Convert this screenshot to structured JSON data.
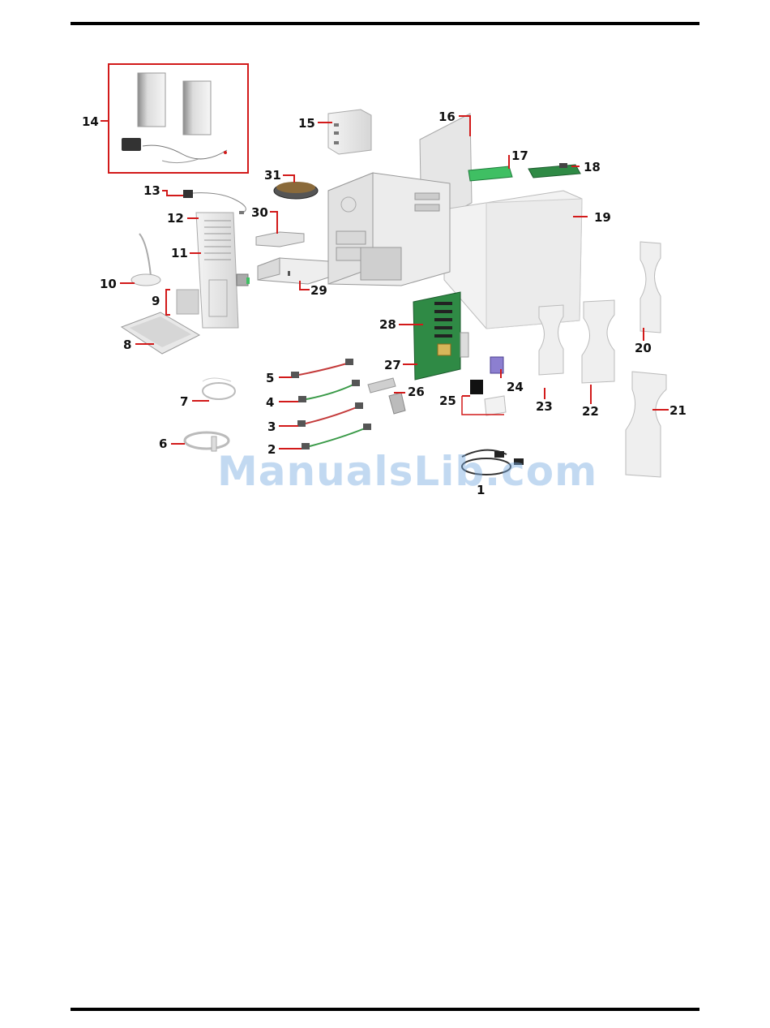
{
  "callouts": [
    {
      "id": "c1",
      "text": "1"
    },
    {
      "id": "c2",
      "text": "2"
    },
    {
      "id": "c3",
      "text": "3"
    },
    {
      "id": "c4",
      "text": "4"
    },
    {
      "id": "c5",
      "text": "5"
    },
    {
      "id": "c6",
      "text": "6"
    },
    {
      "id": "c7",
      "text": "7"
    },
    {
      "id": "c8",
      "text": "8"
    },
    {
      "id": "c9",
      "text": "9"
    },
    {
      "id": "c10",
      "text": "10"
    },
    {
      "id": "c11",
      "text": "11"
    },
    {
      "id": "c12",
      "text": "12"
    },
    {
      "id": "c13",
      "text": "13"
    },
    {
      "id": "c14",
      "text": "14"
    },
    {
      "id": "c15",
      "text": "15"
    },
    {
      "id": "c16",
      "text": "16"
    },
    {
      "id": "c17",
      "text": "17"
    },
    {
      "id": "c18",
      "text": "18"
    },
    {
      "id": "c19",
      "text": "19"
    },
    {
      "id": "c20",
      "text": "20"
    },
    {
      "id": "c21",
      "text": "21"
    },
    {
      "id": "c22",
      "text": "22"
    },
    {
      "id": "c23",
      "text": "23"
    },
    {
      "id": "c24",
      "text": "24"
    },
    {
      "id": "c25",
      "text": "25"
    },
    {
      "id": "c26",
      "text": "26"
    },
    {
      "id": "c27",
      "text": "27"
    },
    {
      "id": "c28",
      "text": "28"
    },
    {
      "id": "c29",
      "text": "29"
    },
    {
      "id": "c30",
      "text": "30"
    },
    {
      "id": "c31",
      "text": "31"
    }
  ],
  "watermark": "ManualsLib.com",
  "colors": {
    "leader": "#d21a1a",
    "callout_text": "#111111",
    "board_green": "#2f8a45",
    "card_green": "#3fbf63",
    "chassis": "#dcdcdc",
    "memory_purple": "#8c7fd0"
  }
}
